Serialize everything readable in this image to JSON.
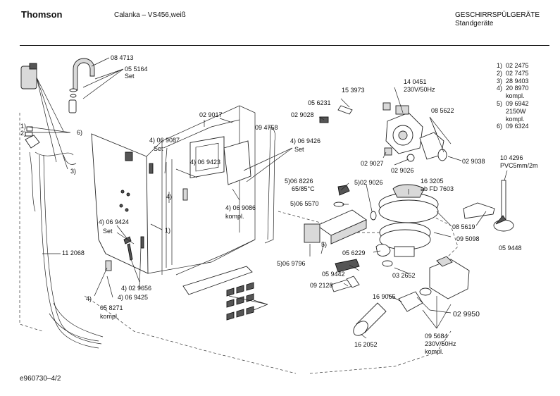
{
  "header": {
    "brand": "Thomson",
    "model": "Calanka – VS456,weiß",
    "category": "GESCHIRRSPÜLGERÄTE",
    "subcategory": "Standgeräte"
  },
  "legend": [
    {
      "key": "1)",
      "value": "02 2475"
    },
    {
      "key": "2)",
      "value": "02 7475"
    },
    {
      "key": "3)",
      "value": "28 9403"
    },
    {
      "key": "4)",
      "value": "20 8970"
    },
    {
      "key": "",
      "value": "kompl."
    },
    {
      "key": "5)",
      "value": "09 6942"
    },
    {
      "key": "",
      "value": "2150W"
    },
    {
      "key": "",
      "value": "kompl."
    },
    {
      "key": "6)",
      "value": "09 6324"
    }
  ],
  "callouts": {
    "c_084713": "08 4713",
    "c_055164": "05 5164",
    "c_set1": "Set",
    "c_n1": "1)",
    "c_n2": "2)",
    "c_n6": "6)",
    "c_n3": "3)",
    "c_112068": "11 2068",
    "c_n4a": "4)",
    "c_069424": "4) 06 9424",
    "c_set2": "Set",
    "c_029656": "4) 02 9656",
    "c_069425": "4) 06 9425",
    "c_058271": "05 8271",
    "c_kompl1": "kompl.",
    "c_069087": "4) 06 9087",
    "c_set3": "Set",
    "c_069423": "4) 06 9423",
    "c_n4b": "4)",
    "c_n1b": "1)",
    "c_029017": "02 9017",
    "c_094758": "09 4758",
    "c_069086": "4) 06 9086",
    "c_kompl2": "kompl.",
    "c_069426": "4) 06 9426",
    "c_set4": "Set",
    "c_056231": "05 6231",
    "c_153973": "15 3973",
    "c_029028": "02 9028",
    "c_140451": "14 0451",
    "c_230v1": "230V/50Hz",
    "c_085622": "08 5622",
    "c_029027": "02 9027",
    "c_029026a": "02 9026",
    "c_029038": "02 9038",
    "c_068226": "5)06 8226",
    "c_6585": "65/85°C",
    "c_029026b": "5)02 9026",
    "c_065570": "5)06 5570",
    "c_163205": "16 3205",
    "c_abfd": "ab FD 7603",
    "c_104296": "10 4296",
    "c_pvc": "PVC5mm/2m",
    "c_085619": "08 5619",
    "c_095098": "09 5098",
    "c_059448": "05 9448",
    "c_n5": "5)",
    "c_069796": "5)06 9796",
    "c_056229": "05 6229",
    "c_059442": "05 9442",
    "c_032652": "03 2652",
    "c_092128": "09 2128",
    "c_169065": "16 9065",
    "c_029950": "02 9950",
    "c_095684": "09 5684",
    "c_230v2": "230V/50Hz",
    "c_kompl3": "kompl.",
    "c_162052": "16 2052"
  },
  "footer": {
    "code": "e960730–4/2"
  }
}
